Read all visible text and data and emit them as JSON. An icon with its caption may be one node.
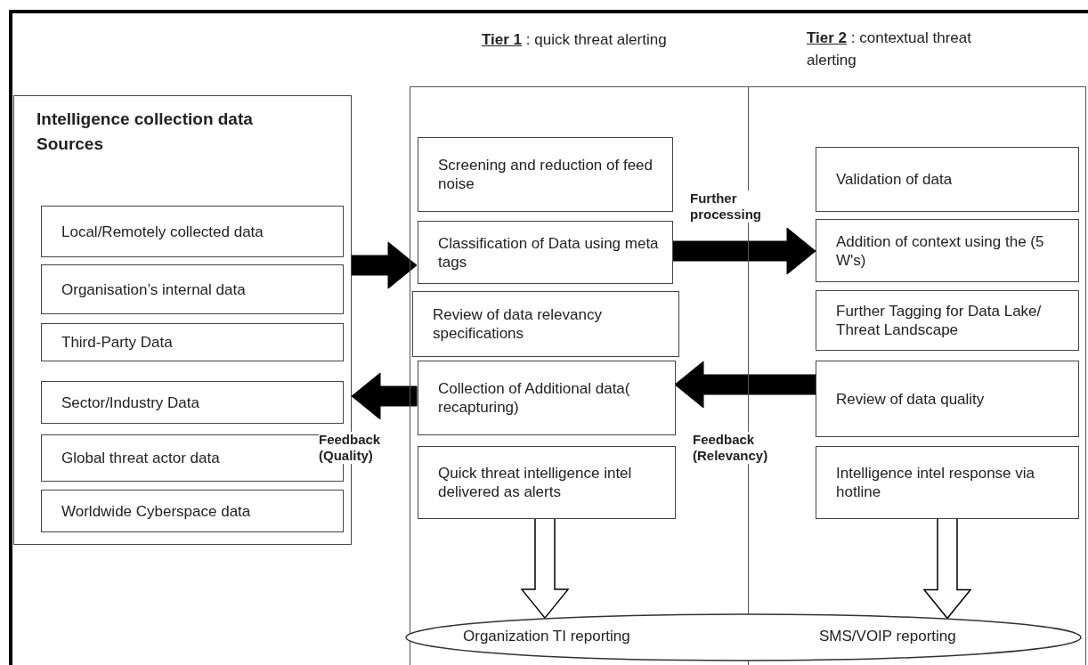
{
  "diagram": {
    "nodes": [
      {
        "text": [
          "Intelligence collection data Sources"
        ]
      },
      {
        "text": [
          "Local/Remotely collected data"
        ],
        "in": 0
      },
      {
        "text": [
          "Organisation’s internal data"
        ],
        "in": 0
      },
      {
        "text": [
          "Third-Party Data"
        ],
        "in": 0
      },
      {
        "text": [
          "Sector/Industry  Data"
        ],
        "in": 0
      },
      {
        "text": [
          "Global threat actor data"
        ],
        "in": 0
      },
      {
        "text": [
          "Worldwide Cyberspace data"
        ],
        "in": 0
      },
      {
        "text": [
          "Tier 1",
          ":  quick threat alerting"
        ]
      },
      {
        "text": [
          "Screening and reduction of feed noise"
        ],
        "in": 7
      },
      {
        "text": [
          "Classification of Data using meta tags"
        ],
        "in": 7
      },
      {
        "text": [
          "Review of data relevancy specifications"
        ],
        "in": 7
      },
      {
        "text": [
          "Collection of Additional data( recapturing)"
        ],
        "in": 7
      },
      {
        "text": [
          "Quick threat intelligence  intel delivered as alerts"
        ],
        "in": 7
      },
      {
        "text": [
          "Tier 2",
          ": contextual threat alerting"
        ]
      },
      {
        "text": [
          "Validation of data"
        ],
        "in": 13
      },
      {
        "text": [
          "Addition of context using the   (5 W's)"
        ],
        "in": 13
      },
      {
        "text": [
          "Further Tagging for Data Lake/ Threat Landscape"
        ],
        "in": 13
      },
      {
        "text": [
          "Review of data quality"
        ],
        "in": 13
      },
      {
        "text": [
          "Intelligence intel response via hotline"
        ],
        "in": 13
      },
      {
        "text": [
          "Organization TI reporting",
          "SMS/VOIP reporting"
        ]
      }
    ],
    "edges": [
      {
        "from": 0,
        "to": 9,
        "arrow": "to",
        "style": "thick"
      },
      {
        "from": 9,
        "to": 15,
        "arrow": "to",
        "style": "thick",
        "label": "Further processing"
      },
      {
        "from": 17,
        "to": 11,
        "arrow": "to",
        "style": "thick",
        "label": "Feedback (Relevancy)"
      },
      {
        "from": 11,
        "to": 0,
        "arrow": "to",
        "style": "thick",
        "label": "Feedback (Quality)"
      },
      {
        "from": 12,
        "to": 19,
        "arrow": "to"
      },
      {
        "from": 18,
        "to": 19,
        "arrow": "to"
      }
    ]
  }
}
